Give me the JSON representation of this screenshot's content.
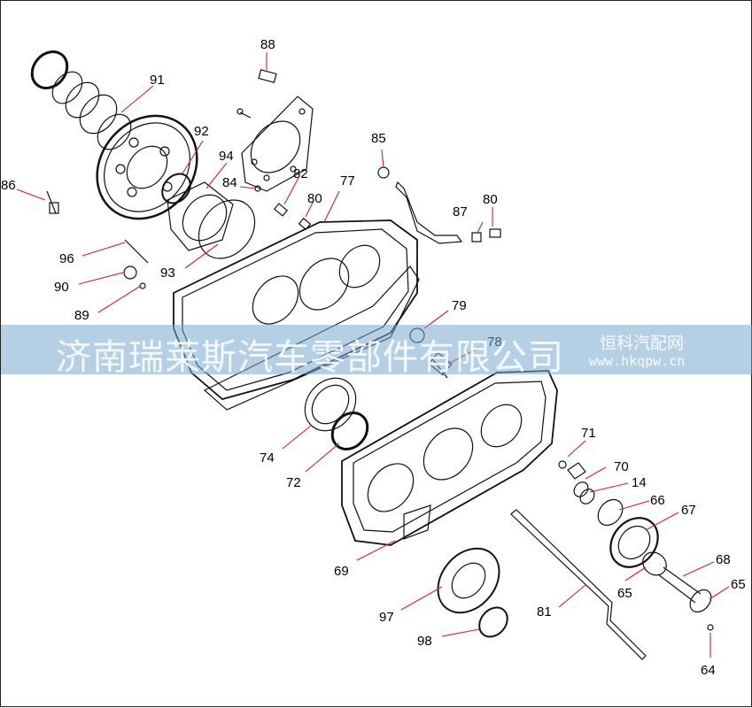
{
  "watermark": {
    "main": "济南瑞莱斯汽车零部件有限公司",
    "site_name": "恒科汽配网",
    "site_url": "www.hkqpw.cn"
  },
  "callouts": [
    "88",
    "91",
    "92",
    "94",
    "85",
    "86",
    "84",
    "82",
    "77",
    "80",
    "87",
    "80",
    "96",
    "90",
    "93",
    "89",
    "79",
    "78",
    "74",
    "72",
    "71",
    "70",
    "14",
    "66",
    "67",
    "68",
    "65",
    "65",
    "69",
    "97",
    "81",
    "98",
    "64"
  ],
  "colors": {
    "line": "#111111",
    "leader": "#d0202a",
    "banner": "#78aacd"
  }
}
